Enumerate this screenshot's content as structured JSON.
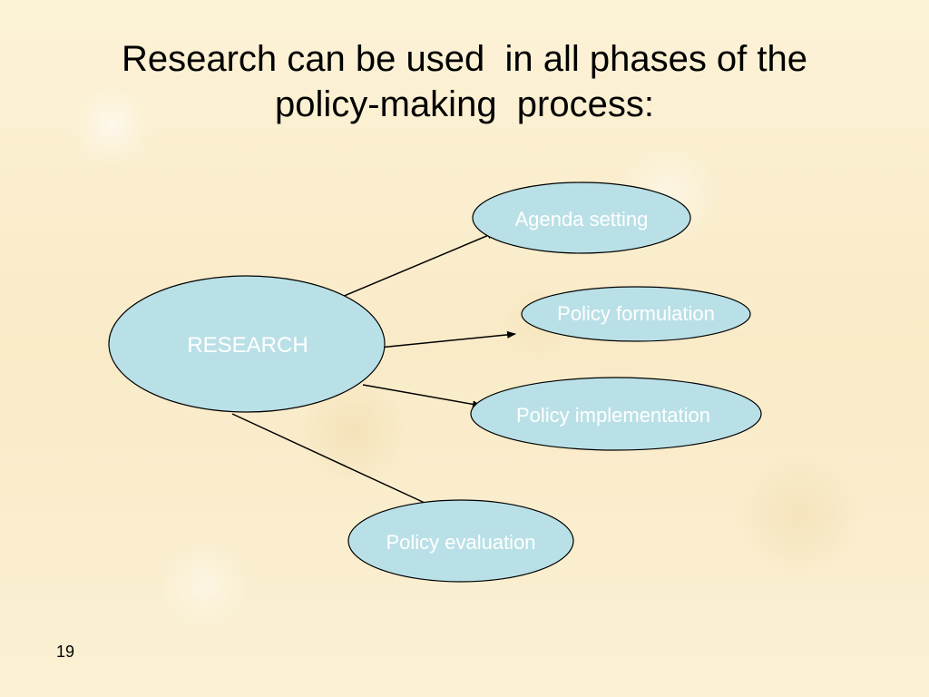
{
  "slide": {
    "title_line_1": "Research can be used  in all phases of the",
    "title_line_2": "policy-making  process:",
    "number": "19"
  },
  "diagram": {
    "center": {
      "label": "RESEARCH"
    },
    "phases": [
      {
        "label": "Agenda setting"
      },
      {
        "label": "Policy formulation"
      },
      {
        "label": "Policy implementation"
      },
      {
        "label": "Policy evaluation"
      }
    ]
  },
  "colors": {
    "node_fill": "#b9e0e6",
    "node_stroke": "#000000",
    "label_text": "#ffffff",
    "arrow": "#000000",
    "background": "#fbefcf"
  }
}
